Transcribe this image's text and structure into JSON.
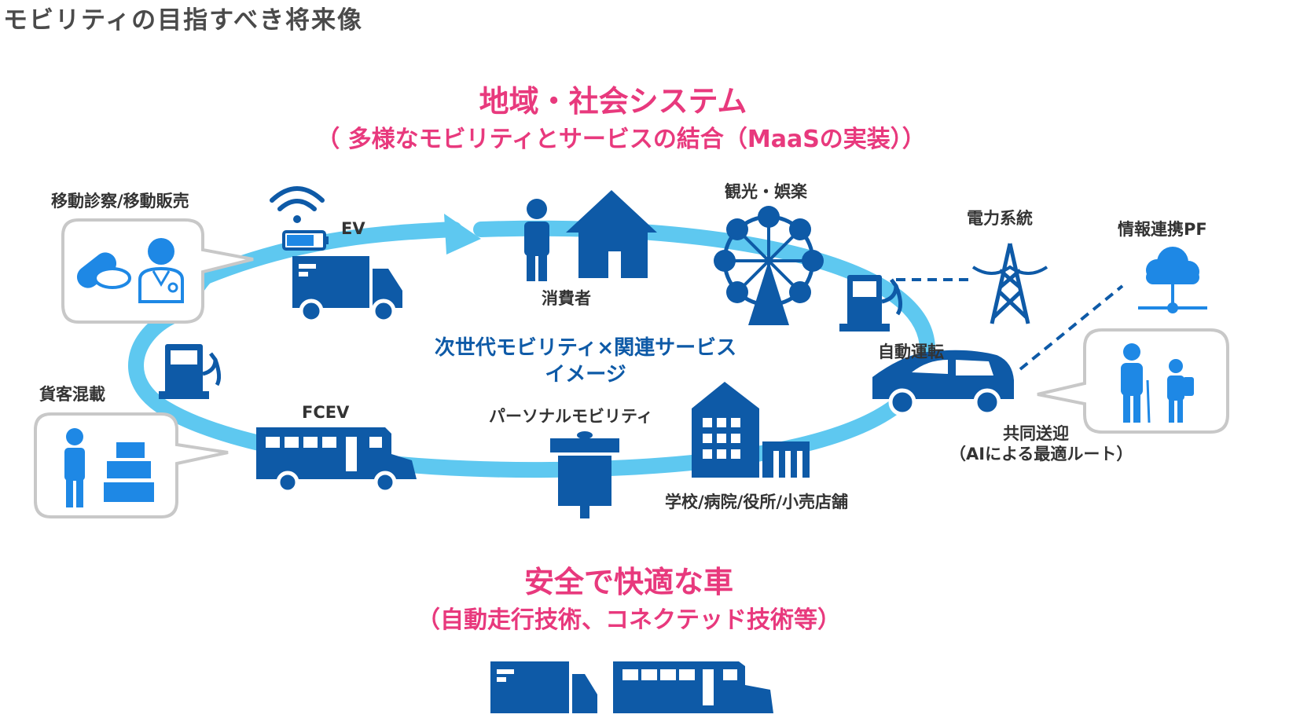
{
  "page_title": "モビリティの目指すべき将来像",
  "top_heading": {
    "main": "地域・社会システム",
    "sub": "（ 多様なモビリティとサービスの結合（MaaSの実装））"
  },
  "center": {
    "line1": "次世代モビリティ×関連サービス",
    "line2": "イメージ"
  },
  "labels": {
    "mobile_clinic": "移動診察/移動販売",
    "ev": "EV",
    "consumer": "消費者",
    "tourism": "観光・娯楽",
    "power_grid": "電力系統",
    "info_pf": "情報連携PF",
    "autonomous": "自動運転",
    "shared_ride_1": "共同送迎",
    "shared_ride_2": "（AIによる最適ルート）",
    "cargo_mix": "貨客混載",
    "fcev": "FCEV",
    "personal_mobility": "パーソナルモビリティ",
    "facilities": "学校/病院/役所/小売店舗"
  },
  "bottom_heading": {
    "main": "安全で快適な車",
    "sub": "（自動走行技術、コネクテッド技術等）"
  },
  "colors": {
    "accent_pink": "#e8397d",
    "icon_navy": "#0e5aa7",
    "icon_blue": "#1e88e5",
    "loop_cyan": "#5ec8f0",
    "bubble_border": "#c8c8c8"
  }
}
